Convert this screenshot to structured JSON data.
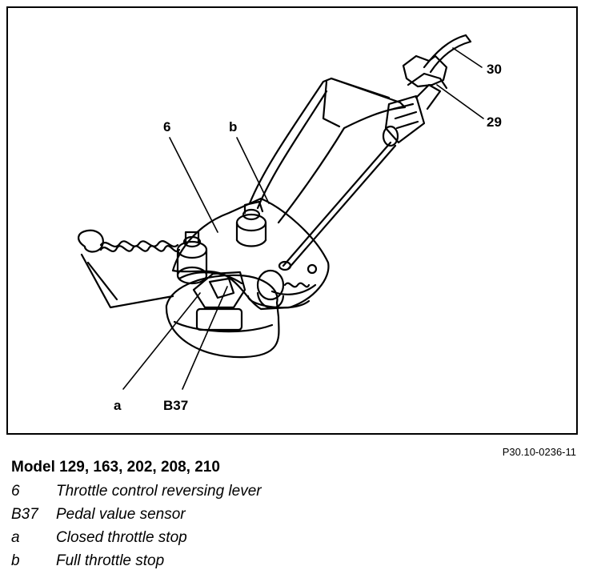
{
  "figure": {
    "callouts": {
      "c30": "30",
      "c29": "29",
      "c6": "6",
      "cb": "b",
      "ca": "a",
      "cB37": "B37"
    },
    "reference": "P30.10-0236-11"
  },
  "caption": {
    "title": "Model 129, 163, 202, 208, 210",
    "legend": [
      {
        "key": "6",
        "text": "Throttle control reversing lever"
      },
      {
        "key": "B37",
        "text": "Pedal value sensor"
      },
      {
        "key": "a",
        "text": "Closed throttle stop"
      },
      {
        "key": "b",
        "text": "Full throttle stop"
      }
    ]
  }
}
